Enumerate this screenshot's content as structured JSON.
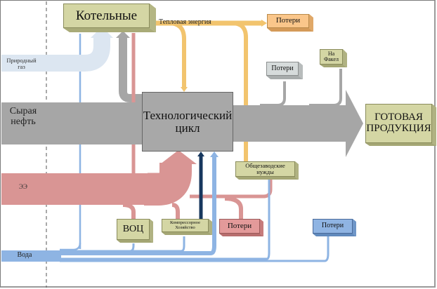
{
  "diagram": {
    "title": "Энергетический баланс НПЗ",
    "colors": {
      "olive_box": "#d4d6a4",
      "process_gray": "#a8a8a8",
      "oil_gray": "#a6a6a6",
      "heat_orange": "#f2c46e",
      "electric_pink": "#d99594",
      "water_blue": "#8eb4e3",
      "gas_lightblue": "#dce6f1",
      "compressor_navy": "#17375e",
      "loss_gray_box": "#d6dbdb",
      "loss_orange_box": "#fac68a",
      "loss_pink_box": "#e39a9a",
      "loss_blue_box": "#8fb4e3"
    },
    "inputs": {
      "natural_gas": "Природный газ",
      "crude_oil": "Сырая нефть",
      "electricity": "ЭЭ",
      "water": "Вода"
    },
    "flows": {
      "heat_energy": "Тепловая энергия"
    },
    "nodes": {
      "boilers": "Котельные",
      "process": "Технологический цикл",
      "product": "ГОТОВАЯ ПРОДУКЦИЯ",
      "flare": "На Факел",
      "plant_needs": "Общезаводские нужды",
      "water_treatment": "ВОЦ",
      "compressor": "Компрессорное Хозяйство"
    },
    "losses": {
      "heat_loss": "Потери",
      "process_loss": "Потери",
      "electric_loss": "Потери",
      "water_loss": "Потери"
    }
  }
}
